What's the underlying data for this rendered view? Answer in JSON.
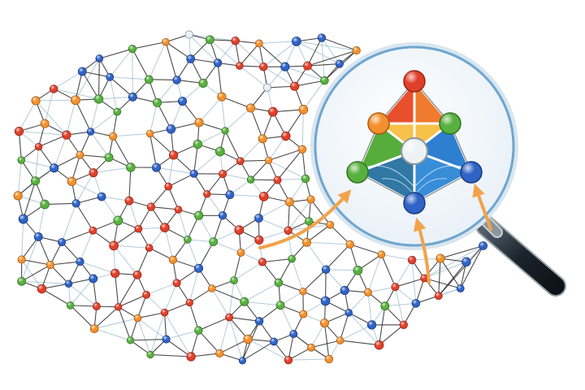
{
  "description_text": "",
  "colors": {
    "background": "#ffffff",
    "edge": "#2b2b2b",
    "edge_faint": "#9fbfd2",
    "node_red": "#e0402a",
    "node_orange": "#f3902c",
    "node_green": "#58b03e",
    "node_blue": "#2f63c6",
    "node_white": "#e8eef3",
    "lens_border": "#6fa6cf",
    "lens_fill": "#f2f7fb",
    "arrow": "#f2a24a",
    "handle": "#1f2a33"
  },
  "network": {
    "node_colors": [
      "red",
      "orange",
      "green",
      "blue",
      "white"
    ]
  },
  "magnifier": {
    "highlighted_motif": {
      "nodes": [
        "top-red",
        "left-orange",
        "right-green",
        "center-white",
        "lower-left-green",
        "lower-right-blue",
        "bottom-blue"
      ],
      "regions": [
        "red",
        "yellow",
        "green",
        "blue"
      ]
    }
  },
  "icons": {
    "magnifier": "magnifying-glass-icon",
    "arrows": "curved-arrow-icon"
  }
}
